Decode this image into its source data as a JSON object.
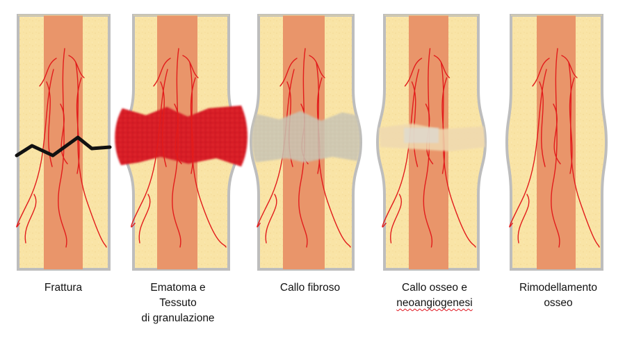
{
  "stages": [
    {
      "id": "frattura",
      "lines": [
        "Frattura"
      ]
    },
    {
      "id": "ematoma",
      "lines": [
        "Ematoma e",
        "Tessuto",
        "di granulazione"
      ]
    },
    {
      "id": "callo-fibroso",
      "lines": [
        "Callo fibroso"
      ]
    },
    {
      "id": "callo-osseo",
      "lines": [
        "Callo osseo e",
        "neoangiogenesi"
      ],
      "flagged_line": 1
    },
    {
      "id": "rimodellamento",
      "lines": [
        "Rimodellamento",
        "osseo"
      ]
    }
  ],
  "colors": {
    "bone": "#f9e4a6",
    "bone_edge": "#bdbdbd",
    "marrow": "#e9956a",
    "vessel": "#e21b1b",
    "hematoma": "#d81e25",
    "fibrous_callus": "#c9c4b4",
    "bony_callus": "#efd9b0",
    "fracture_line": "#111111"
  }
}
